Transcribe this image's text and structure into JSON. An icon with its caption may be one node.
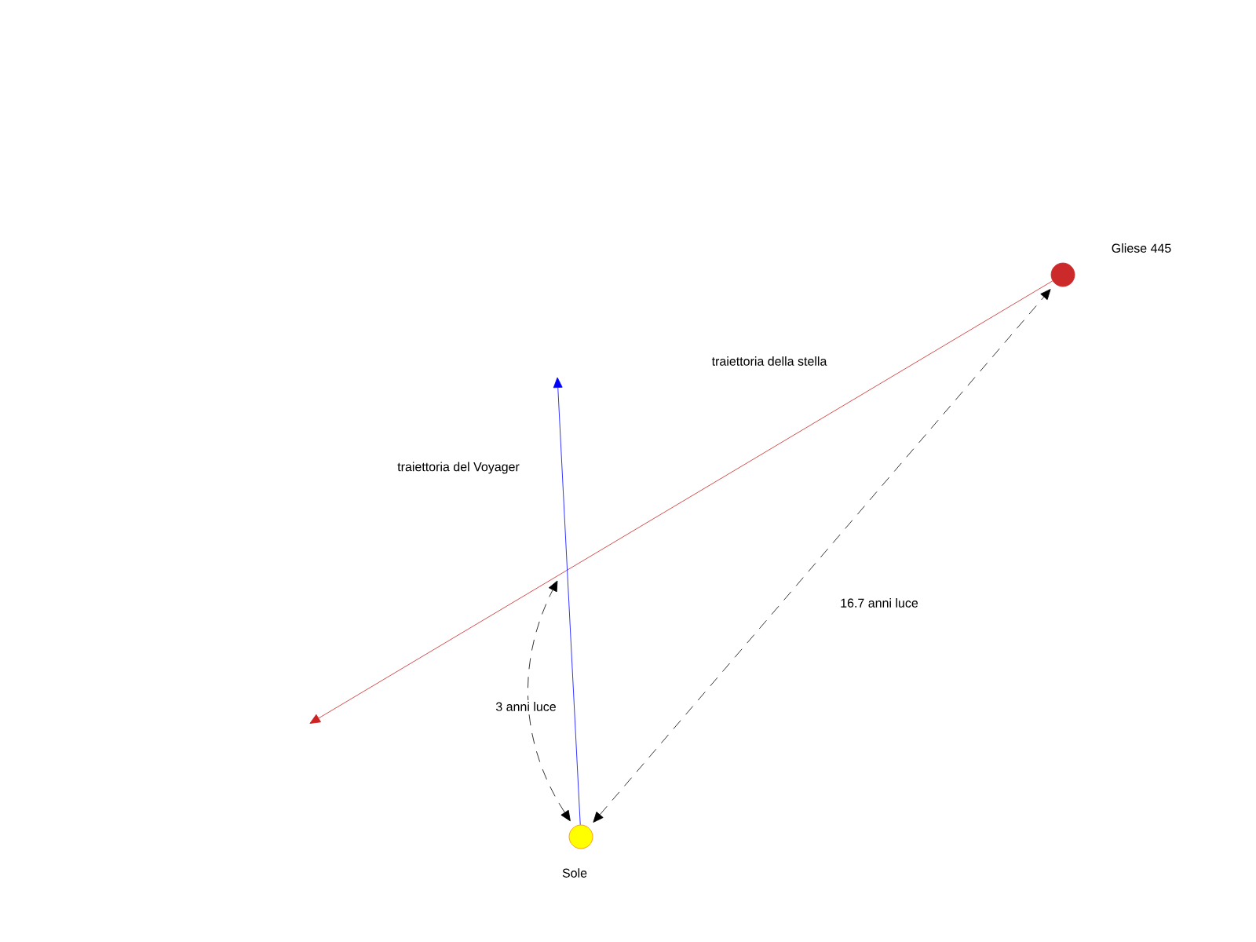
{
  "diagram": {
    "nodes": [
      {
        "text": [
          "Gliese 445"
        ]
      },
      {
        "text": [
          "Sole"
        ]
      }
    ],
    "edges": [
      {
        "from": 0,
        "to": null,
        "arrow": "to",
        "color": "#cc2222",
        "label": "traiettoria della stella"
      },
      {
        "from": 1,
        "to": null,
        "arrow": "to",
        "color": "#0000ff",
        "label": "traiettoria del Voyager"
      },
      {
        "from": 1,
        "to": 0,
        "arrow": "both",
        "style": "dashed",
        "label": "16.7 anni luce"
      },
      {
        "from": 1,
        "to": null,
        "arrow": "both",
        "style": "dashed",
        "label": "3 anni luce"
      }
    ]
  }
}
